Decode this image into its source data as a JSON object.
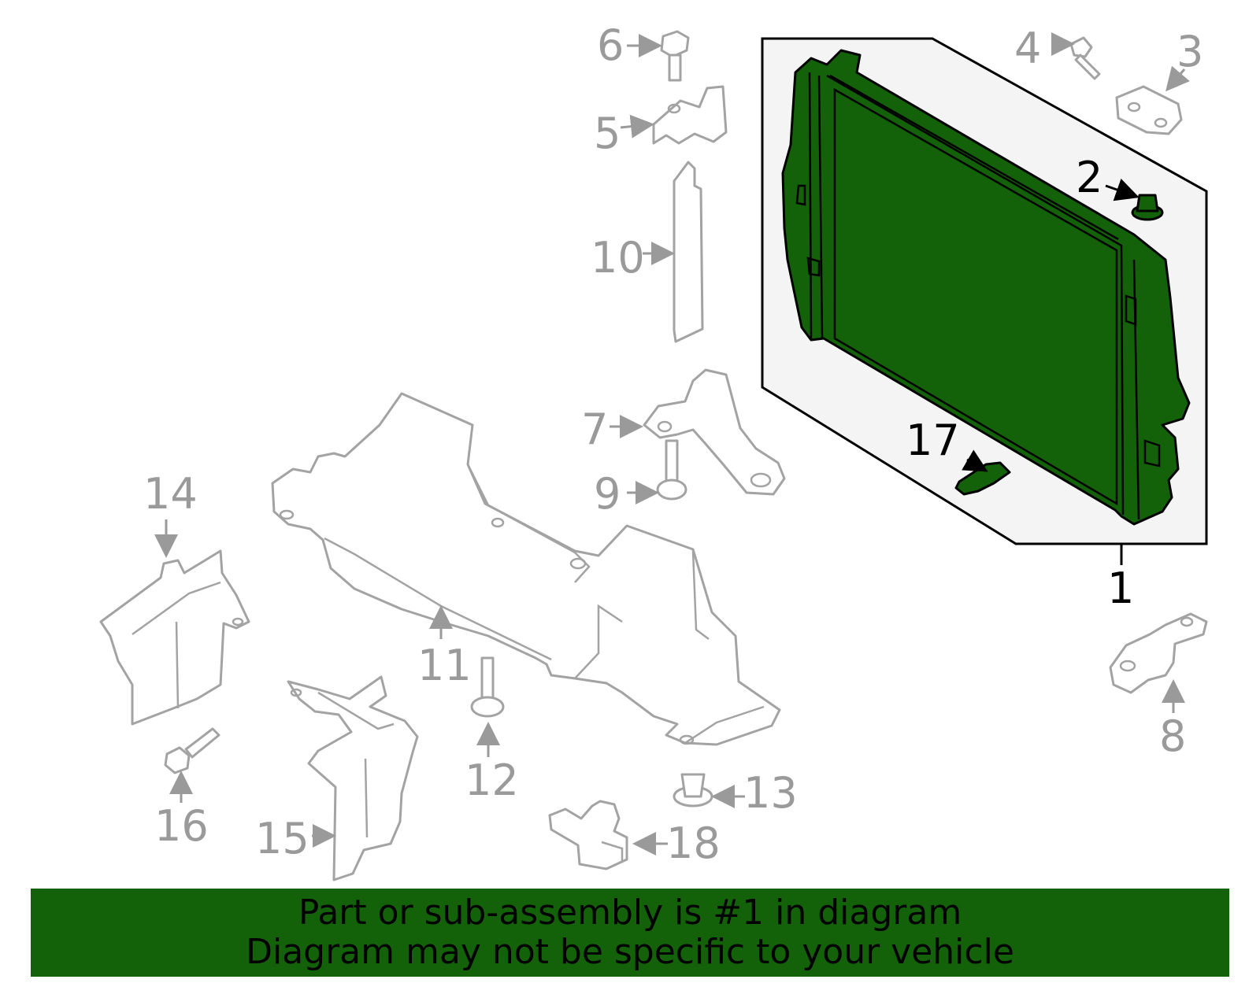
{
  "banner": {
    "line1": "Part or sub-assembly is #1 in diagram",
    "line2": "Diagram may not be specific to your vehicle",
    "background_color": "#136108"
  },
  "diagram": {
    "highlighted_color": "#136108",
    "callouts": {
      "c1": "1",
      "c2": "2",
      "c3": "3",
      "c4": "4",
      "c5": "5",
      "c6": "6",
      "c7": "7",
      "c8": "8",
      "c9": "9",
      "c10": "10",
      "c11": "11",
      "c12": "12",
      "c13": "13",
      "c14": "14",
      "c15": "15",
      "c16": "16",
      "c17": "17",
      "c18": "18"
    }
  }
}
